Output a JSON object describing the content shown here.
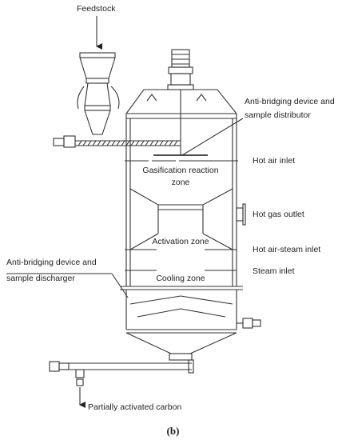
{
  "labels": {
    "feedstock": "Feedstock",
    "anti_bridging_distributor_line1": "Anti-bridging device and",
    "anti_bridging_distributor_line2": "sample distributor",
    "hot_air_inlet": "Hot air inlet",
    "gasification_zone_line1": "Gasification reaction",
    "gasification_zone_line2": "zone",
    "hot_gas_outlet": "Hot gas outlet",
    "activation_zone": "Activation zone",
    "hot_air_steam_inlet": "Hot air-steam inlet",
    "anti_bridging_discharger_line1": "Anti-bridging device and",
    "anti_bridging_discharger_line2": "sample discharger",
    "steam_inlet": "Steam inlet",
    "cooling_zone": "Cooling zone",
    "partially_activated_carbon": "Partially activated carbon"
  },
  "caption": "(b)"
}
